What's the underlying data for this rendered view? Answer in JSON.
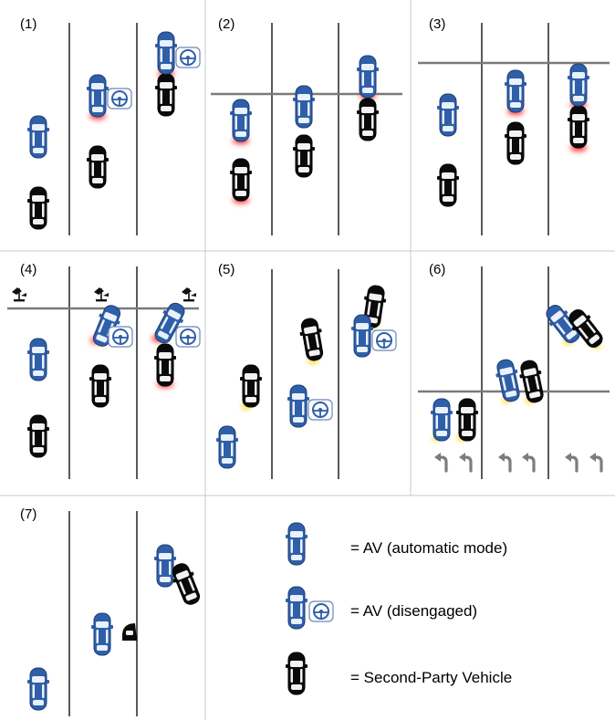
{
  "panels": [
    {
      "label": "(1)"
    },
    {
      "label": "(2)"
    },
    {
      "label": "(3)"
    },
    {
      "label": "(4)"
    },
    {
      "label": "(5)"
    },
    {
      "label": "(6)"
    },
    {
      "label": "(7)"
    }
  ],
  "legend": {
    "av_auto": "= AV (automatic mode)",
    "av_disengaged": "= AV (disengaged)",
    "second_party": "= Second-Party Vehicle"
  },
  "colors": {
    "av_body": "#2f5fa8",
    "second_party_body": "#0a0a0a",
    "brake_glow": "#ff3b3b",
    "turn_glow": "#ffe66b",
    "stop_line": "#7a7a7a",
    "lane_line": "#000000",
    "grid_line": "#c8c8c8"
  },
  "icons": [
    "steering-wheel-icon",
    "traffic-signal-icon",
    "left-turn-arrow-icon"
  ]
}
